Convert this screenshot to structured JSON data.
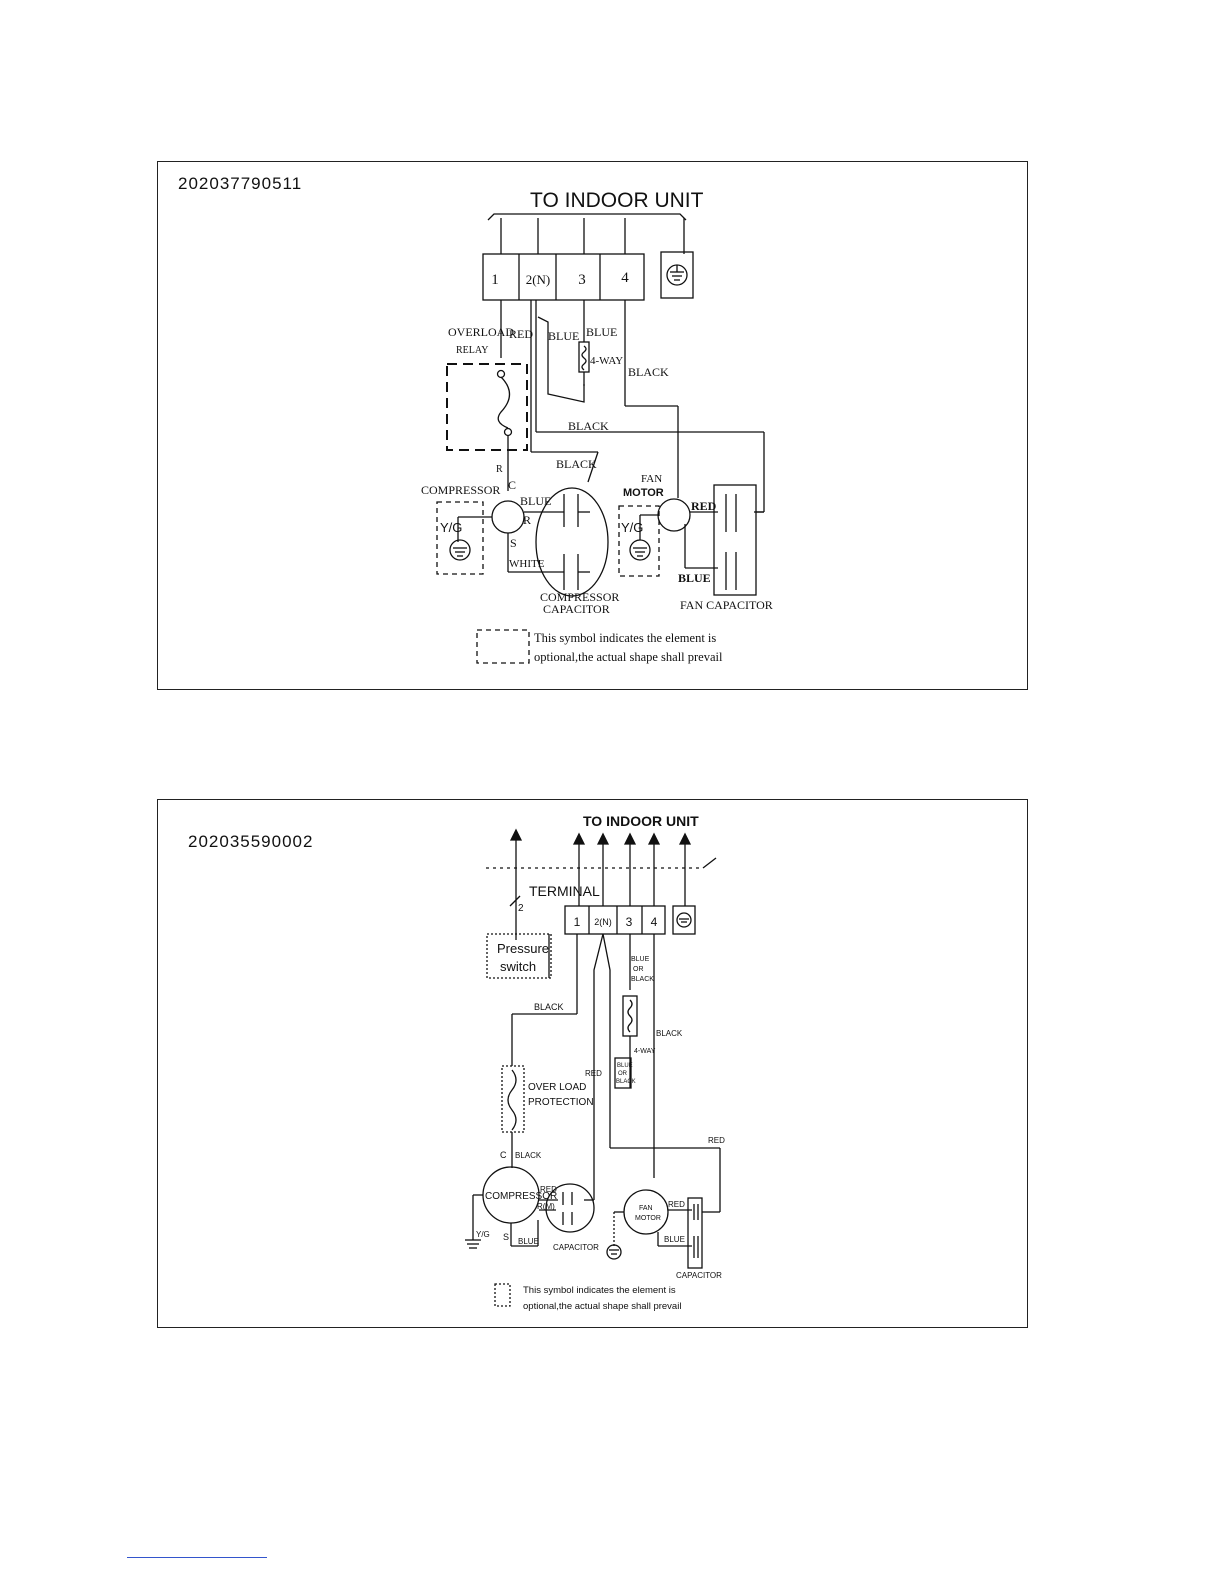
{
  "diagram1": {
    "part_number": "202037790511",
    "title": "TO INDOOR UNIT",
    "terminals": [
      "1",
      "2(N)",
      "3",
      "4"
    ],
    "labels": {
      "overload": "OVERLOAD",
      "relay": "RELAY",
      "red": "RED",
      "blue_left": "BLUE",
      "blue_right": "BLUE",
      "four_way": "4-WAY",
      "black_right": "BLACK",
      "black_mid": "BLACK",
      "black_cap": "BLACK",
      "r_top": "R",
      "c": "C",
      "compressor": "COMPRESSOR",
      "blue_comp": "BLUE",
      "r_comp": "R",
      "s": "S",
      "white": "WHITE",
      "yg_left": "Y/G",
      "fan": "FAN",
      "motor": "MOTOR",
      "yg_right": "Y/G",
      "red_fan": "RED",
      "blue_fan": "BLUE",
      "comp_cap_1": "COMPRESSOR",
      "comp_cap_2": "CAPACITOR",
      "fan_cap": "FAN CAPACITOR",
      "legend_1": "This symbol indicates the element is",
      "legend_2": "optional,the actual shape shall prevail"
    }
  },
  "diagram2": {
    "part_number": "202035590002",
    "title": "TO INDOOR UNIT",
    "terminal_label": "TERMINAL",
    "terminals": [
      "1",
      "2(N)",
      "3",
      "4"
    ],
    "labels": {
      "two": "2",
      "pressure_1": "Pressure",
      "pressure_2": "switch",
      "black_top": "BLACK",
      "blue_or_black_1": "BLUE",
      "blue_or_black_2": "OR",
      "blue_or_black_3": "BLACK",
      "four_way": "4-WAY",
      "blue_or_black_b1": "BLUE",
      "blue_or_black_b2": "OR",
      "blue_or_black_b3": "BLACK",
      "black_right": "BLACK",
      "red_mid": "RED",
      "overload_1": "OVER LOAD",
      "overload_2": "PROTECTION",
      "c": "C",
      "black_c": "BLACK",
      "compressor": "COMPRESSOR",
      "red_comp": "RED",
      "rm": "R(M)",
      "yg": "Y/G",
      "s": "S",
      "blue_s": "BLUE",
      "capacitor": "CAPACITOR",
      "fan": "FAN",
      "motor": "MOTOR",
      "red_fan": "RED",
      "blue_fan": "BLUE",
      "red_right": "RED",
      "fan_capacitor": "CAPACITOR",
      "legend_1": "This symbol indicates the element is",
      "legend_2": "optional,the actual shape shall prevail"
    }
  }
}
